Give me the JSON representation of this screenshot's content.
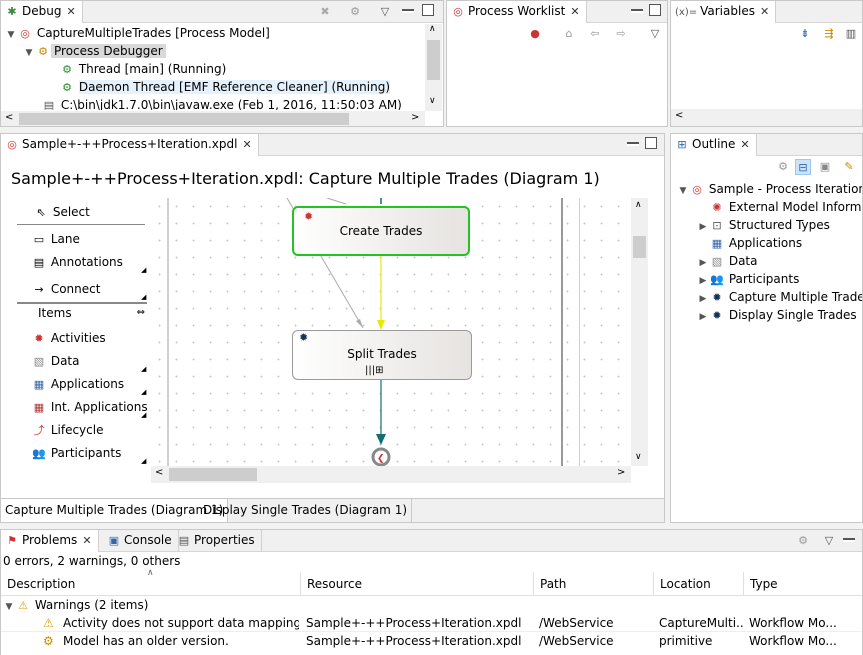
{
  "debug": {
    "tab": "Debug",
    "tree": [
      {
        "label": "CaptureMultipleTrades [Process Model]",
        "icon": "process-model-icon"
      },
      {
        "label": "Process Debugger",
        "icon": "debugger-icon"
      },
      {
        "label": "Thread [main] (Running)",
        "icon": "thread-icon"
      },
      {
        "label": "Daemon Thread [EMF Reference Cleaner] (Running)",
        "icon": "thread-icon"
      },
      {
        "label": "C:\\bin\\jdk1.7.0\\bin\\javaw.exe (Feb 1, 2016, 11:50:03 AM)",
        "icon": "java-process-icon"
      }
    ]
  },
  "worklist": {
    "tab": "Process Worklist"
  },
  "variables": {
    "tab": "Variables",
    "tab_prefix": "(x)="
  },
  "editor": {
    "tab": "Sample+-++Process+Iteration.xpdl",
    "title": "Sample+-++Process+Iteration.xpdl: Capture Multiple Trades (Diagram 1)",
    "palette": {
      "select": "Select",
      "lane": "Lane",
      "annotations": "Annotations",
      "connect": "Connect",
      "items_header": "Items",
      "items": [
        "Activities",
        "Data",
        "Applications",
        "Int. Applications",
        "Lifecycle",
        "Participants"
      ]
    },
    "nodes": {
      "create": "Create Trades",
      "split": "Split Trades"
    },
    "bottom_tabs": [
      "Capture Multiple Trades (Diagram 1)",
      "Display Single Trades (Diagram 1)"
    ]
  },
  "outline": {
    "tab": "Outline",
    "root": "Sample -  Process Iteration",
    "items": [
      {
        "label": "External Model Informati",
        "expandable": false
      },
      {
        "label": "Structured Types",
        "expandable": true
      },
      {
        "label": "Applications",
        "expandable": false
      },
      {
        "label": "Data",
        "expandable": true
      },
      {
        "label": "Participants",
        "expandable": true
      },
      {
        "label": "Capture Multiple Trades",
        "expandable": true
      },
      {
        "label": "Display Single Trades",
        "expandable": true
      }
    ]
  },
  "problems": {
    "tabs": [
      "Problems",
      "Console",
      "Properties"
    ],
    "summary": "0 errors, 2 warnings, 0 others",
    "columns": [
      "Description",
      "Resource",
      "Path",
      "Location",
      "Type"
    ],
    "group": "Warnings (2 items)",
    "rows": [
      {
        "description": "Activity does not support data mappings. (Pr",
        "resource": "Sample+-++Process+Iteration.xpdl",
        "path": "/WebService",
        "location": "CaptureMulti...",
        "type": "Workflow Mo..."
      },
      {
        "description": "Model has an older version.",
        "resource": "Sample+-++Process+Iteration.xpdl",
        "path": "/WebService",
        "location": "primitive",
        "type": "Workflow Mo..."
      }
    ]
  },
  "colors": {
    "selected_node": "#22c322",
    "flow_yellow": "#e8e800",
    "flow_teal": "#136e72"
  }
}
